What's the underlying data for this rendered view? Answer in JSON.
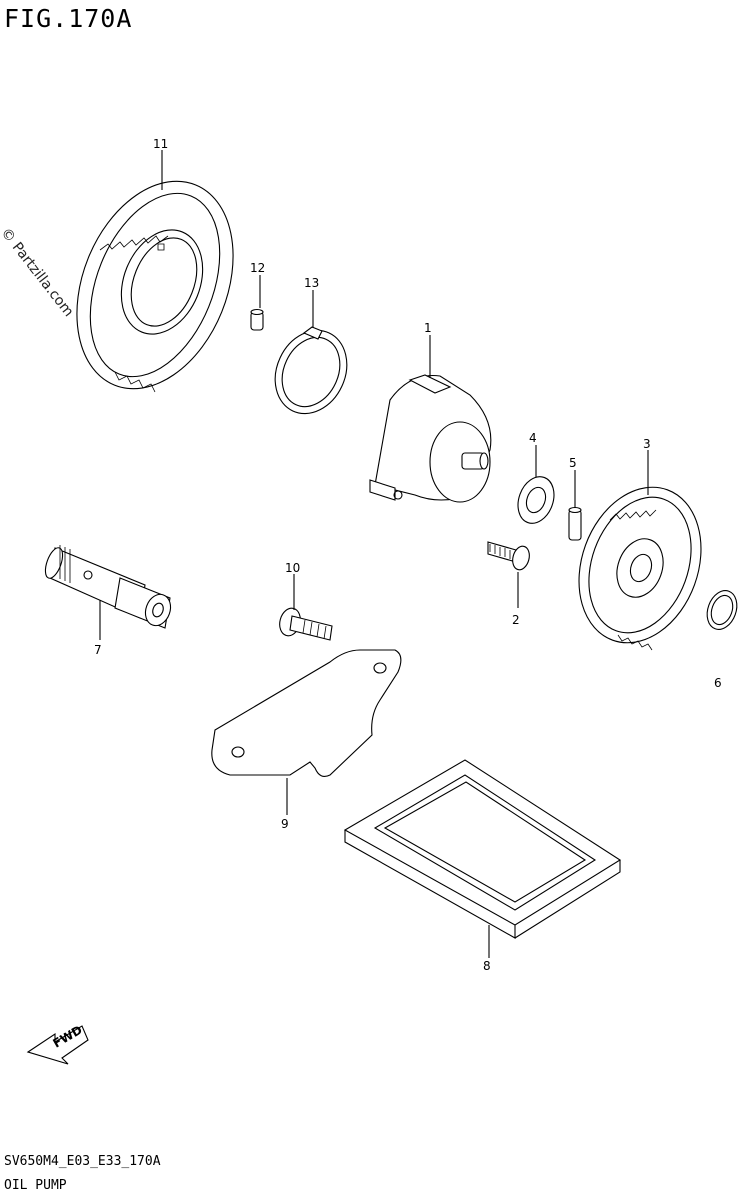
{
  "figure": {
    "title": "FIG.170A",
    "watermark": "© Partzilla.com",
    "model_code": "SV650M4_E03_E33_170A",
    "section_name": "OIL PUMP",
    "fwd_label": "FWD"
  },
  "callouts": [
    "11",
    "12",
    "13",
    "1",
    "4",
    "5",
    "3",
    "6",
    "2",
    "7",
    "10",
    "9",
    "8"
  ]
}
